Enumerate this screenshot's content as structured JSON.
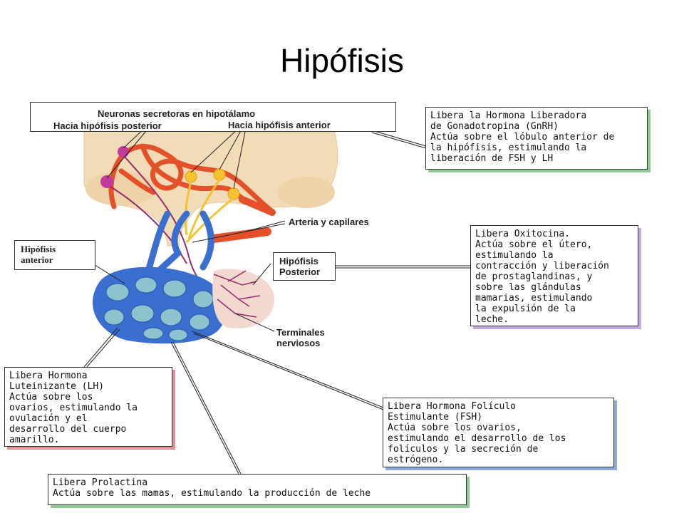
{
  "title": "Hipófisis",
  "labels": {
    "neuronas": "Neuronas secretoras en hipotálamo",
    "hacia_posterior": "Hacia  hipófisis posterior",
    "hacia_anterior": "Hacia hipófisis anterior",
    "arteria": "Arteria y capilares",
    "hipofisis_anterior": "Hipófisis\nanterior",
    "hipofisis_posterior": "Hipófisis\nPosterior",
    "terminales": "Terminales\nnerviosos"
  },
  "boxes": {
    "gnrh": "Libera la Hormona Liberadora\nde Gonadotropina (GnRH)\nActúa sobre el lóbulo anterior de\nla hipófisis, estimulando la\nliberación de FSH y LH",
    "oxitocina": "Libera Oxitocina.\nActúa sobre el útero,\nestimulando la\ncontracción y liberación\nde prostaglandinas, y\nsobre las glándulas\nmamarias, estimulando\nla expulsión de la\nleche.",
    "lh": "Libera Hormona\nLuteinizante (LH)\nActúa sobre los\novarios, estimulando la\novulación y el\ndesarrollo del cuerpo\namarillo.",
    "fsh": "Libera Hormona Folículo\nEstimulante (FSH)\nActúa sobre los ovarios,\nestimulando el desarrollo de los\nfolículos y la secreción de\nestrógeno.",
    "prolactina": "Libera Prolactina\nActúa sobre las mamas, estimulando la producción de leche"
  },
  "colors": {
    "hypothalamus": "#f2dcb8",
    "vessel_red": "#e4502a",
    "vessel_blue": "#3a6fd0",
    "neuron_yellow": "#f5c230",
    "anterior_fill": "#7fb2c2",
    "posterior_fill": "#f3d8cf"
  }
}
